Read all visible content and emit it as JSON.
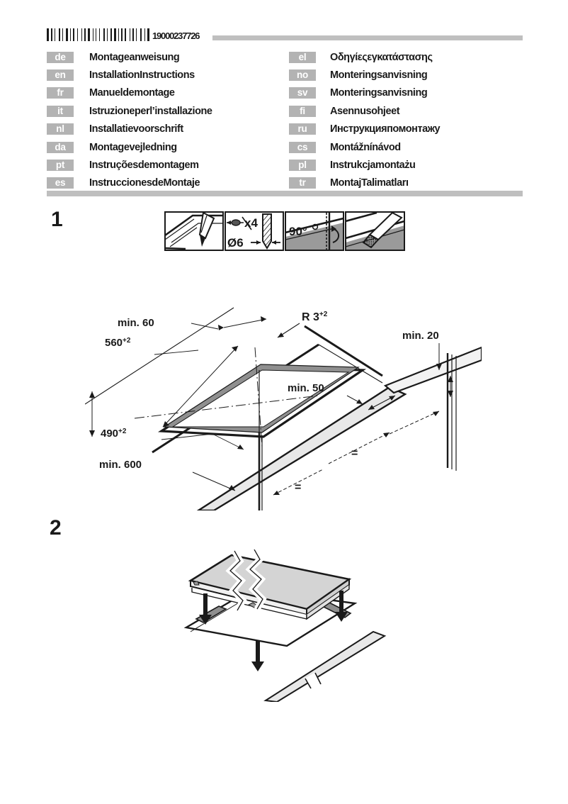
{
  "header": {
    "barcode_number": "19000237726",
    "barcode_pattern": [
      3,
      1,
      2,
      1,
      1,
      3,
      2,
      1,
      1,
      2,
      3,
      1,
      1,
      1,
      2,
      2,
      1,
      3,
      1,
      1,
      2,
      1,
      3,
      2,
      1,
      1,
      1,
      2,
      1,
      3,
      2,
      1,
      1,
      2,
      2,
      1,
      3,
      1,
      1,
      1,
      2,
      1,
      2,
      3,
      1,
      1,
      2,
      1,
      1,
      3,
      2,
      2,
      1,
      1,
      3,
      1
    ]
  },
  "languages": {
    "left": [
      {
        "code": "de",
        "title": "Montageanweisung"
      },
      {
        "code": "en",
        "title": "InstallationInstructions"
      },
      {
        "code": "fr",
        "title": "Manueldemontage"
      },
      {
        "code": "it",
        "title": "Istruzioneperl’installazione"
      },
      {
        "code": "nl",
        "title": "Installatievoorschrift"
      },
      {
        "code": "da",
        "title": "Montagevejledning"
      },
      {
        "code": "pt",
        "title": "Instruçõesdemontagem"
      },
      {
        "code": "es",
        "title": "InstruccionesdeMontaje"
      }
    ],
    "right": [
      {
        "code": "el",
        "title": "Οδηγίεςεγκατάστασης"
      },
      {
        "code": "no",
        "title": "Monteringsanvisning"
      },
      {
        "code": "sv",
        "title": "Monteringsanvisning"
      },
      {
        "code": "fi",
        "title": "Asennusohjeet"
      },
      {
        "code": "ru",
        "title": "Инструкцияпомонтажу"
      },
      {
        "code": "cs",
        "title": "Montážnínávod"
      },
      {
        "code": "pl",
        "title": "Instrukcjamontażu"
      },
      {
        "code": "tr",
        "title": "MontajTalimatları"
      }
    ]
  },
  "steps": {
    "one": {
      "number": "1",
      "panels": [
        {
          "name": "cut-worktop",
          "label": ""
        },
        {
          "name": "drill-holes",
          "label_count": "x4",
          "label_diameter": "Ø6"
        },
        {
          "name": "angle-check",
          "label": "90"
        },
        {
          "name": "seal-edges",
          "label": ""
        }
      ]
    },
    "two": {
      "number": "2"
    }
  },
  "dimensions": {
    "min_60": "min. 60",
    "cut_width": "560",
    "cut_width_tol": "+2",
    "radius": "R 3",
    "radius_tol": "+2",
    "min_20": "min. 20",
    "min_50": "min. 50",
    "cut_depth": "490",
    "cut_depth_tol": "+2",
    "min_600": "min. 600",
    "equal_mark": "="
  },
  "colors": {
    "ink": "#1a1a1a",
    "bar_gray": "#bfbfbf",
    "tag_gray": "#b3b3b3",
    "panel_fill": "#9a9a9a",
    "light_fill": "#d9d9d9"
  }
}
